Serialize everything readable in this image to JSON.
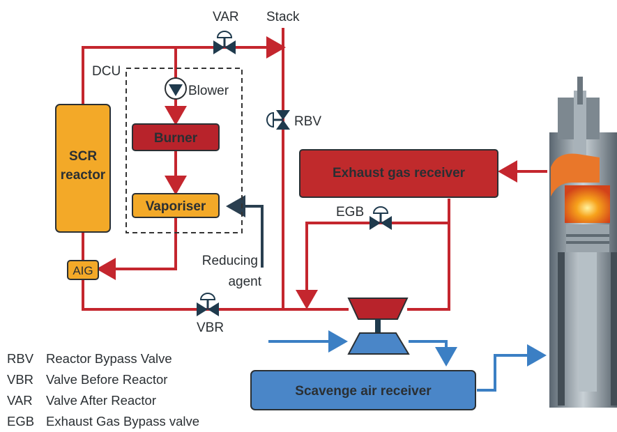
{
  "labels": {
    "stack": "Stack",
    "var": "VAR",
    "rbv": "RBV",
    "egb": "EGB",
    "vbr": "VBR",
    "dcu": "DCU",
    "blower": "Blower",
    "reducing_line1": "Reducing",
    "reducing_line2": "agent"
  },
  "boxes": {
    "scr_line1": "SCR",
    "scr_line2": "reactor",
    "burner": "Burner",
    "vaporiser": "Vaporiser",
    "aig": "AIG",
    "exhaust": "Exhaust gas receiver",
    "scavenge": "Scavenge air receiver"
  },
  "legend": [
    {
      "abbr": "RBV",
      "text": "Reactor Bypass Valve"
    },
    {
      "abbr": "VBR",
      "text": "Valve Before Reactor"
    },
    {
      "abbr": "VAR",
      "text": "Valve After Reactor"
    },
    {
      "abbr": "EGB",
      "text": "Exhaust Gas Bypass valve"
    }
  ],
  "colors": {
    "exhaust_line": "#c4262e",
    "air_line": "#3b7fc4",
    "reagent_line": "#2a3f50",
    "scr_fill": "#f3a928",
    "burner_fill": "#b8232b",
    "exhaust_fill": "#c02a2c",
    "scavenge_fill": "#4a86c8",
    "valve_fill": "#1f3a4d"
  }
}
